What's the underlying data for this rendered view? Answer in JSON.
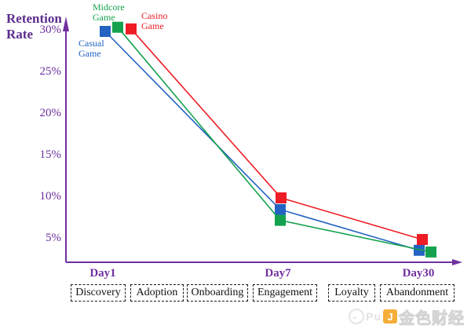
{
  "title": {
    "line1": "Retention",
    "line2": "Rate"
  },
  "chart_data": {
    "type": "line",
    "title": "Retention Rate",
    "ylabel": "Retention Rate",
    "xlabel": "",
    "categories": [
      "Day1",
      "Day7",
      "Day30"
    ],
    "series": [
      {
        "name": "Casual Game",
        "color": "#2363c2",
        "values": [
          30.0,
          8.6,
          3.7
        ]
      },
      {
        "name": "Midcore Game",
        "color": "#14a24e",
        "values": [
          30.5,
          7.3,
          3.5
        ]
      },
      {
        "name": "Casino Game",
        "color": "#ee1c25",
        "values": [
          30.3,
          10.0,
          5.0
        ]
      }
    ],
    "y_ticks": [
      {
        "label": "30%",
        "value": 30
      },
      {
        "label": "25%",
        "value": 25
      },
      {
        "label": "20%",
        "value": 20
      },
      {
        "label": "15%",
        "value": 15
      },
      {
        "label": "10%",
        "value": 10
      },
      {
        "label": "5%",
        "value": 5
      }
    ],
    "ylim": [
      0,
      32
    ],
    "marker": "square",
    "grid": false,
    "legend_position": "labels-near-first-points",
    "axis_color": "#7030a0"
  },
  "stages": [
    "Discovery",
    "Adoption",
    "Onboarding",
    "Engagement",
    "Loyalty",
    "Abandonment"
  ],
  "watermark": {
    "prefix": "Pu",
    "logo_glyph": "J",
    "brand": "金色财经"
  }
}
